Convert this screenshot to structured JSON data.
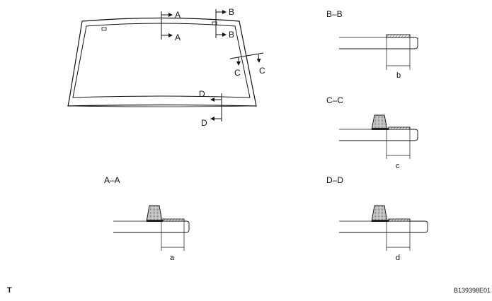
{
  "figure": {
    "cut_markers": {
      "A": "A",
      "B": "B",
      "C": "C",
      "D": "D"
    },
    "section_titles": {
      "aa": "A–A",
      "bb": "B–B",
      "cc": "C–C",
      "dd": "D–D"
    },
    "dimension_labels": {
      "a": "a",
      "b": "b",
      "c": "c",
      "d": "d"
    },
    "footer": {
      "left_code": "T",
      "figure_id": "B139398E01"
    },
    "colors": {
      "line": "#111111",
      "dam_fill": "#bdbdbd",
      "hatch": "#555555"
    }
  }
}
